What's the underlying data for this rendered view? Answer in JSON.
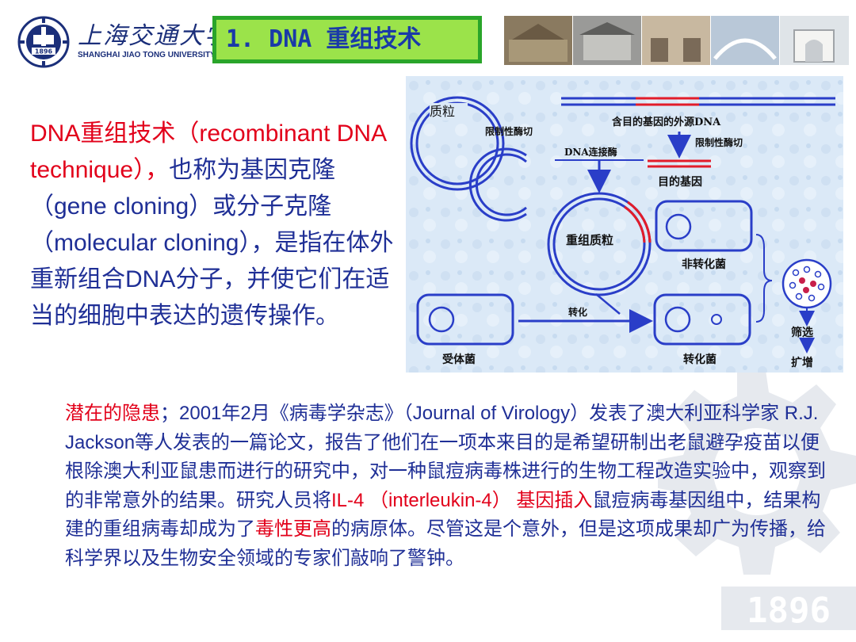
{
  "header": {
    "university_cn": "上海交通大学",
    "university_en": "SHANGHAI  JIAO TONG  UNIVERSITY",
    "seal_year": "1896",
    "slide_title": "1. DNA 重组技术"
  },
  "intro": {
    "red_part": "DNA重组技术（recombinant DNA technique），",
    "blue_part": "也称为基因克隆（gene cloning）或分子克隆（molecular cloning），是指在体外重新组合DNA分子，并使它们在适当的细胞中表达的遗传操作。"
  },
  "diagram": {
    "plasmid": "质粒",
    "restriction_1": "限制性酶切",
    "foreign_dna": "含目的基因的外源DNA",
    "restriction_2": "限制性酶切",
    "ligase": "DNA连接酶",
    "target_gene": "目的基因",
    "recombinant_plasmid": "重组质粒",
    "non_transformed": "非转化菌",
    "transformation": "转化",
    "recipient": "受体菌",
    "transformed": "转化菌",
    "screening": "筛选",
    "amplification": "扩增"
  },
  "paragraph": {
    "s1_red": "潜在的隐患",
    "s2": "；2001年2月《病毒学杂志》（Journal of Virology）发表了澳大利亚科学家 R.J. Jackson等人发表的一篇论文，报告了他们在一项本来目的是希望研制出老鼠避孕疫苗以便根除澳大利亚鼠患而进行的研究中，对一种鼠痘病毒株进行的生物工程改造实验中，观察到的非常意外的结果。研究人员将",
    "s3_red": "IL-4 （interleukin-4） 基因插入",
    "s4": "鼠痘病毒基因组中，结果构建的重组病毒却成为了",
    "s5_red": "毒性更高",
    "s6": "的病原体。尽管这是个意外，但是这项成果却广为传播，给科学界以及生物安全领域的专家们敲响了警钟。"
  },
  "watermark_year": "1896",
  "colors": {
    "text_blue": "#1f2f96",
    "accent_red": "#e2001a",
    "title_green_dark": "#2aa52a",
    "title_green_light": "#9be34a",
    "diagram_bg": "#dbe9f7"
  }
}
